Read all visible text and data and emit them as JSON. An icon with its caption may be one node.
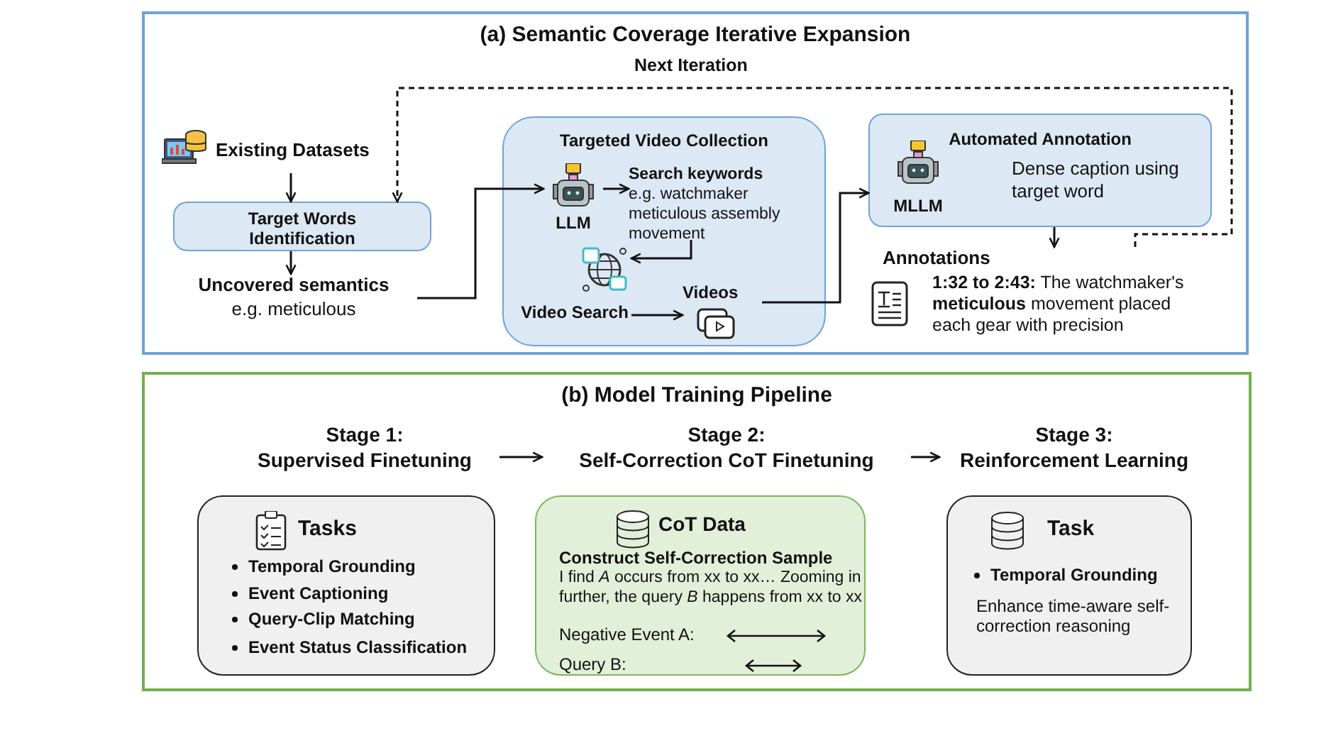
{
  "diagram": {
    "nodes": [
      {
        "text": [
          "(a) Semantic Coverage Iterative Expansion"
        ]
      },
      {
        "text": [
          "Existing Datasets"
        ],
        "in": 0
      },
      {
        "text": [
          "Target Words Identification"
        ],
        "in": 0
      },
      {
        "text": [
          "Uncovered semantics",
          "e.g. meticulous"
        ],
        "in": 0
      },
      {
        "text": [
          "Targeted Video Collection"
        ],
        "in": 0
      },
      {
        "text": [
          "LLM"
        ],
        "in": 4
      },
      {
        "text": [
          "Search keywords",
          "e.g. watchmaker meticulous assembly movement"
        ],
        "in": 4
      },
      {
        "text": [
          "Video Search"
        ],
        "in": 4
      },
      {
        "text": [
          "Videos"
        ],
        "in": 4
      },
      {
        "text": [
          "Automated Annotation",
          "Dense caption using target word"
        ],
        "in": 0
      },
      {
        "text": [
          "MLLM"
        ],
        "in": 9
      },
      {
        "text": [
          "Annotations",
          "**1:32 to 2:43:** The watchmaker's **meticulous** movement placed each gear with precision"
        ],
        "in": 0
      },
      {
        "text": [
          "(b) Model Training Pipeline"
        ]
      },
      {
        "text": [
          "Stage 1:",
          "Supervised Finetuning"
        ],
        "in": 12
      },
      {
        "text": [
          "Stage 2:",
          "Self-Correction CoT Finetuning"
        ],
        "in": 12
      },
      {
        "text": [
          "Stage 3:",
          "Reinforcement Learning"
        ],
        "in": 12
      },
      {
        "text": [
          "Tasks",
          "Temporal Grounding",
          "Event Captioning",
          "Query-Clip Matching",
          "Event Status Classification"
        ],
        "in": 12
      },
      {
        "text": [
          "CoT Data",
          "Construct Self-Correction Sample",
          "I find *A* occurs from xx to xx… Zooming in further, the query *B* happens from xx to xx",
          "Negative Event A:",
          "Query B:"
        ],
        "in": 12
      },
      {
        "text": [
          "Task",
          "Temporal Grounding",
          "Enhance time-aware self-correction reasoning"
        ],
        "in": 12
      }
    ],
    "edges": [
      {
        "from": 1,
        "to": 2,
        "arrow": "to"
      },
      {
        "from": 2,
        "to": 3,
        "arrow": "to"
      },
      {
        "from": 3,
        "to": 5,
        "arrow": "to"
      },
      {
        "from": 5,
        "to": 6,
        "arrow": "to"
      },
      {
        "from": 6,
        "to": 7,
        "arrow": "to"
      },
      {
        "from": 7,
        "to": 8,
        "arrow": "to"
      },
      {
        "from": 8,
        "to": 9,
        "arrow": "to"
      },
      {
        "from": 9,
        "to": 11,
        "arrow": "to"
      },
      {
        "from": 11,
        "to": 2,
        "arrow": "to",
        "label": "Next Iteration",
        "style": "dashed"
      },
      {
        "from": 13,
        "to": 14,
        "arrow": "to"
      },
      {
        "from": 14,
        "to": 15,
        "arrow": "to"
      }
    ]
  }
}
